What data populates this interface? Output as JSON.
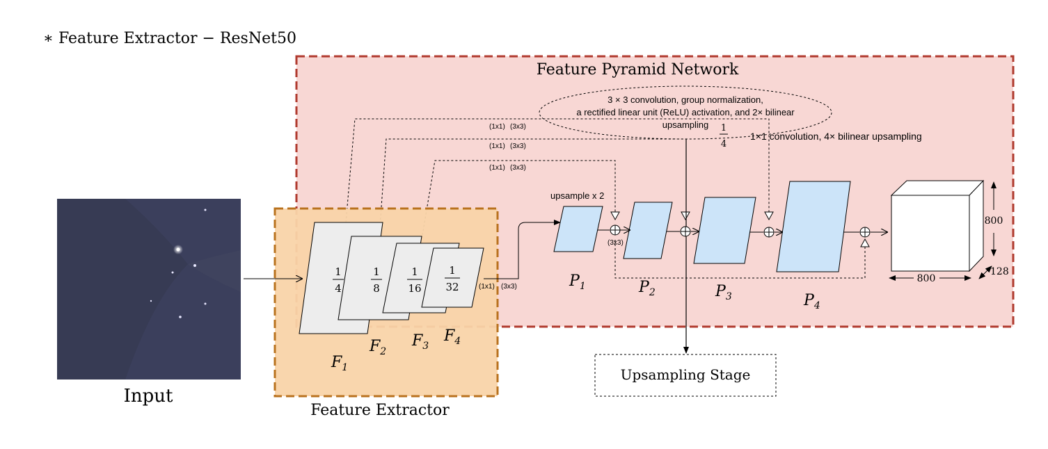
{
  "subtitle": "∗ Feature Extractor − ResNet50",
  "fpn": {
    "title": "Feature Pyramid Network",
    "ellipse_note": {
      "line1": "3 × 3 convolution, group normalization,",
      "line2": "a rectified linear unit (ReLU) activation, and 2× bilinear",
      "line3": "upsampling"
    },
    "quarter_num": "1",
    "quarter_den": "4",
    "side_note": "1×1 convolution, 4× bilinear upsampling",
    "conv_label_1x1": "(1x1)",
    "conv_label_3x3": "(3x3)",
    "upsample_label": "upsample x 2",
    "p_labels": [
      "P",
      "P",
      "P",
      "P"
    ],
    "p_subs": [
      "1",
      "2",
      "3",
      "4"
    ]
  },
  "input": {
    "label": "Input"
  },
  "extractor": {
    "label": "Feature Extractor",
    "fractions": [
      {
        "num": "1",
        "den": "4"
      },
      {
        "num": "1",
        "den": "8"
      },
      {
        "num": "1",
        "den": "16"
      },
      {
        "num": "1",
        "den": "32"
      }
    ],
    "f_labels": [
      "F",
      "F",
      "F",
      "F"
    ],
    "f_subs": [
      "1",
      "2",
      "3",
      "4"
    ]
  },
  "output": {
    "dim_h": "800",
    "dim_w": "800",
    "dim_d": "128"
  },
  "upsampling_stage": {
    "label": "Upsampling Stage"
  },
  "colors": {
    "fpn_fill": "#f8d7d4",
    "fpn_border": "#b03a2e",
    "extractor_fill": "#f9d4a9",
    "extractor_border": "#b9721e",
    "p_fill": "#cce4f9",
    "f_fill": "#ededed",
    "input_bg": "#3b3f5c"
  }
}
